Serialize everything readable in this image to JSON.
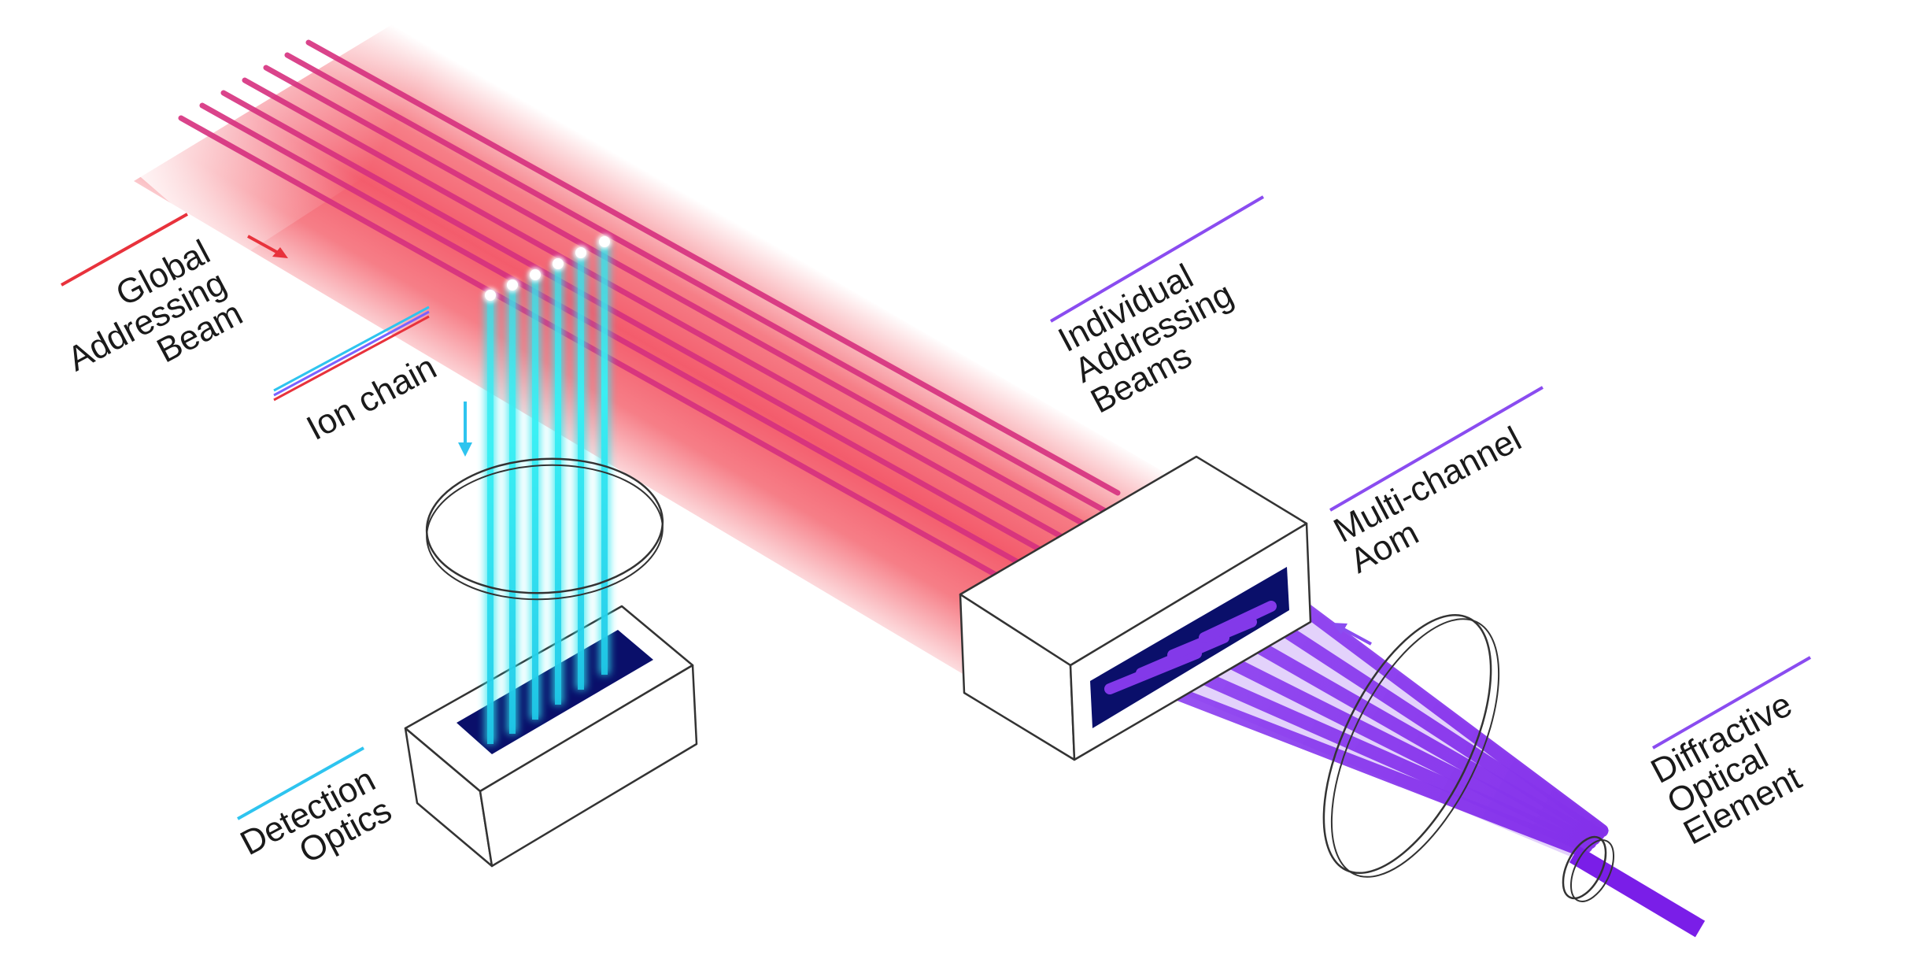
{
  "labels": {
    "global_addressing_beam": [
      "Global",
      "Addressing",
      "Beam"
    ],
    "ion_chain": [
      "Ion chain"
    ],
    "individual_addressing_beams": [
      "Individual",
      "Addressing",
      "Beams"
    ],
    "multi_channel_aom": [
      "Multi-channel",
      "Aom"
    ],
    "detection_optics": [
      "Detection",
      "Optics"
    ],
    "diffractive_optical_element": [
      "Diffractive",
      "Optical",
      "Element"
    ]
  },
  "colors": {
    "global_beam": "#f3535f",
    "global_beam_lines": "#d6307f",
    "individual_beams": "#7a1ee8",
    "detection_light": "#2ee8f0",
    "label_rule_global": "#e8323c",
    "label_rule_ion": "#7b61ff",
    "label_rule_individual": "#8a4cf0",
    "label_rule_detection": "#2ec4ef",
    "aperture": "#0a0f6a"
  }
}
